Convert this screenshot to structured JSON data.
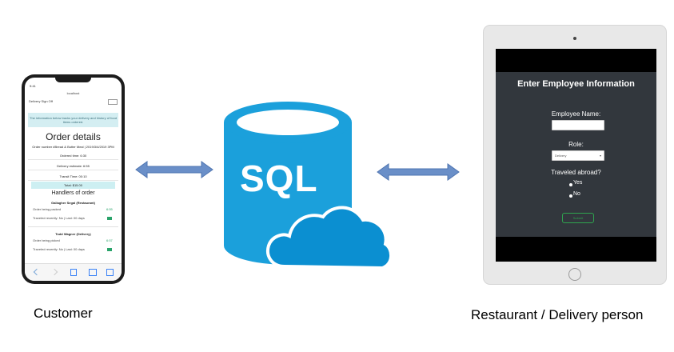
{
  "captions": {
    "customer": "Customer",
    "restaurant": "Restaurant / Delivery person"
  },
  "database": {
    "label": "SQL",
    "color": "#1ba0db",
    "cloud_color": "#0b8fd1"
  },
  "arrows": {
    "color": "#6a8fc8"
  },
  "phone": {
    "status_time": "9:41",
    "address": "localhost",
    "nav_title": "Delivery Sign Off",
    "info_text": "The information below tracks your delivery and history of food items ordered.",
    "heading": "Order details",
    "order_line": "Order number #Bread & Butter Meal | 2019/3/4/2019 3PM",
    "rows": [
      "Ordered time: 6:30",
      "Delivery estimate: 6:55",
      "Transit Time: 00:10"
    ],
    "total": "Total: $15.00",
    "handlers_heading": "Handlers of order",
    "handlers": [
      {
        "name": "Gallagher Segal (Restaurant)",
        "detail": "Order being packed",
        "value": "6:55",
        "note": "Traveled recently: No | Last: 00 days"
      },
      {
        "name": "Todd Wagner (Delivery)",
        "detail": "Order being picked",
        "value": "6:57",
        "note": "Traveled recently: No | Last: 00 days"
      }
    ]
  },
  "tablet": {
    "title": "Enter Employee Information",
    "name_label": "Employee Name:",
    "role_label": "Role:",
    "role_value": "Delivery",
    "travel_label": "Traveled abroad?",
    "options": [
      "Yes",
      "No"
    ],
    "submit": "Submit"
  }
}
